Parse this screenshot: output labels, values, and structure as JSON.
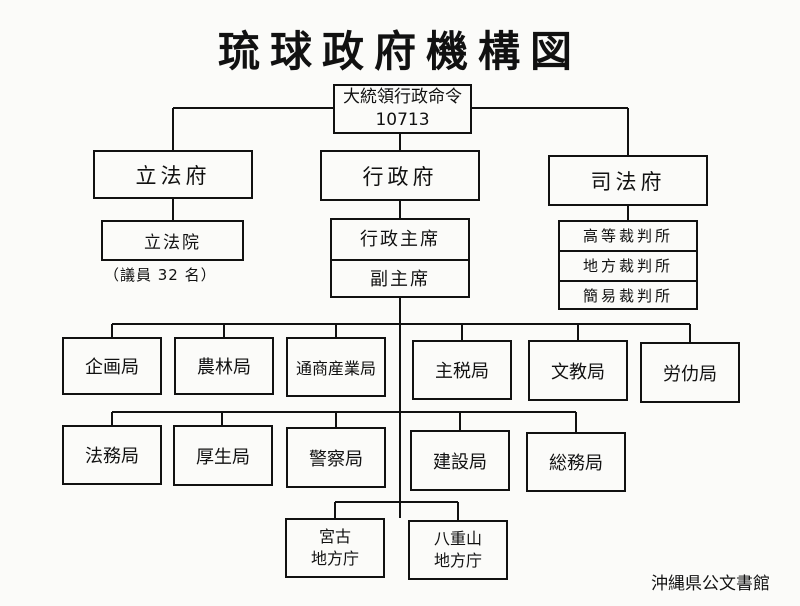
{
  "title": "琉球政府機構図",
  "root": {
    "line1": "大統領行政命令",
    "line2": "10713"
  },
  "branches": {
    "legislative": "立法府",
    "executive": "行政府",
    "judicial": "司法府"
  },
  "legislature": {
    "name": "立法院",
    "note": "（議員 32 名）"
  },
  "executive_heads": {
    "chief": "行政主席",
    "deputy": "副主席"
  },
  "courts": [
    "高等裁判所",
    "地方裁判所",
    "簡易裁判所"
  ],
  "bureaus_row1": [
    "企画局",
    "農林局",
    "通商産業局",
    "主税局",
    "文教局",
    "労仂局"
  ],
  "bureaus_row2": [
    "法務局",
    "厚生局",
    "警察局",
    "建設局",
    "総務局"
  ],
  "local_offices": [
    {
      "line1": "宮古",
      "line2": "地方庁"
    },
    {
      "line1": "八重山",
      "line2": "地方庁"
    }
  ],
  "credit": "沖縄県公文書館"
}
